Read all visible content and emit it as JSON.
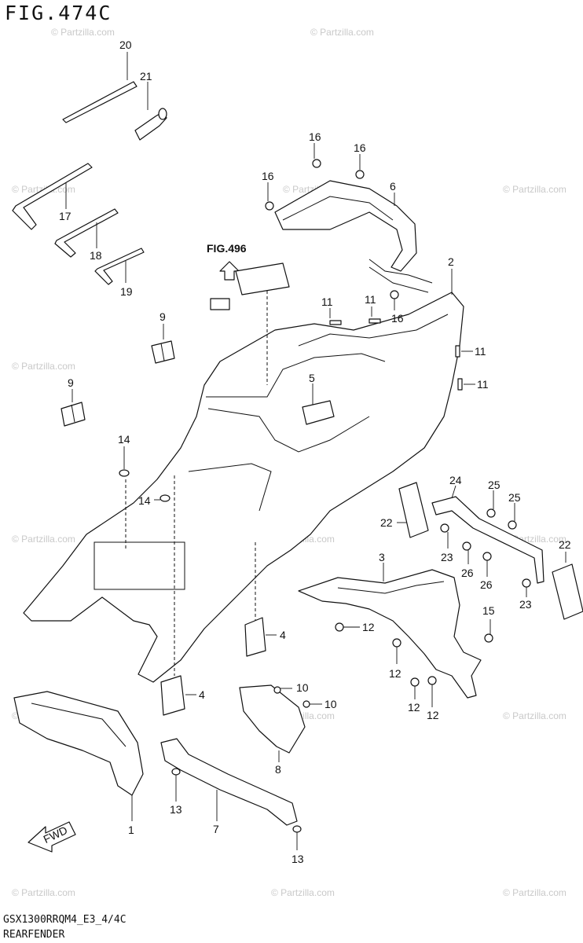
{
  "figure": {
    "title": "FIG.474C",
    "code": "GSX1300RRQM4_E3_4/4C",
    "name": "REARFENDER",
    "reference": "FIG.496",
    "fwd_label": "FWD",
    "watermark": "© Partzilla.com"
  },
  "callouts": [
    "20",
    "21",
    "17",
    "18",
    "19",
    "16",
    "16",
    "16",
    "6",
    "2",
    "11",
    "11",
    "16",
    "11",
    "11",
    "9",
    "9",
    "5",
    "14",
    "14",
    "24",
    "25",
    "25",
    "22",
    "22",
    "23",
    "26",
    "26",
    "23",
    "3",
    "15",
    "12",
    "12",
    "12",
    "12",
    "4",
    "4",
    "10",
    "10",
    "8",
    "1",
    "7",
    "13",
    "13"
  ]
}
